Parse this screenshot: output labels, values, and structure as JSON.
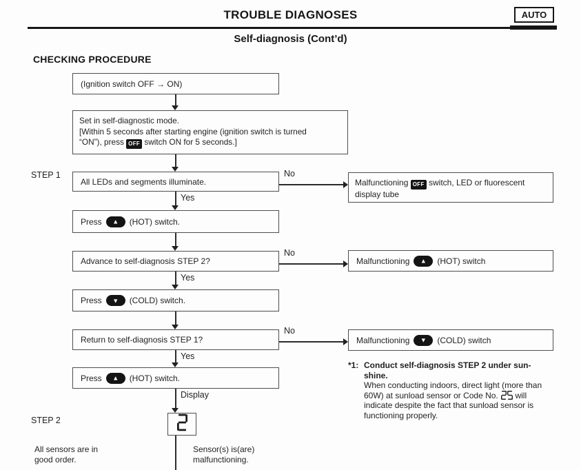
{
  "header": {
    "title": "TROUBLE DIAGNOSES",
    "corner_badge": "AUTO",
    "subtitle": "Self-diagnosis (Cont’d)",
    "section_heading": "CHECKING PROCEDURE"
  },
  "labels": {
    "step1": "STEP 1",
    "step2": "STEP 2",
    "yes": "Yes",
    "no": "No",
    "display": "Display"
  },
  "icons": {
    "off_switch": "OFF",
    "hot_switch": "▲",
    "cold_switch": "▼"
  },
  "flow": {
    "start_box": "(Ignition switch OFF → ON)",
    "set_mode": {
      "line1": "Set in self-diagnostic mode.",
      "line2": "[Within 5 seconds after starting engine (ignition switch is turned",
      "line3_pre": "“ON”), press",
      "line3_post": "switch ON for 5 seconds.]"
    },
    "leds_box": "All LEDs and segments illuminate.",
    "press_hot": {
      "pre": "Press",
      "post": "(HOT) switch."
    },
    "advance_box": "Advance to self-diagnosis STEP 2?",
    "press_cold": {
      "pre": "Press",
      "post": "(COLD) switch."
    },
    "return_box": "Return to self-diagnosis STEP 1?",
    "press_hot2": {
      "pre": "Press",
      "post": "(HOT) switch."
    },
    "display_code": "2"
  },
  "results": {
    "off": {
      "pre": "Malfunctioning",
      "post": "switch, LED or fluorescent display tube"
    },
    "hot": {
      "pre": "Malfunctioning",
      "post": "(HOT) switch"
    },
    "cold": {
      "pre": "Malfunctioning",
      "post": "(COLD) switch"
    }
  },
  "footnote": {
    "marker": "*1:",
    "bold_line1": "Conduct self-diagnosis STEP 2 under sun-",
    "bold_line2": "shine.",
    "body_line1": "When conducting indoors, direct light (more than",
    "body_line2_pre": "60W) at sunload sensor or Code No.",
    "body_line2_code": "25",
    "body_line2_post": "will",
    "body_line3": "indicate despite the fact that sunload sensor is",
    "body_line4": "functioning properly."
  },
  "outcomes": {
    "good_line1": "All sensors are in",
    "good_line2": "good order.",
    "bad_line1": "Sensor(s) is(are)",
    "bad_line2": "malfunctioning."
  }
}
